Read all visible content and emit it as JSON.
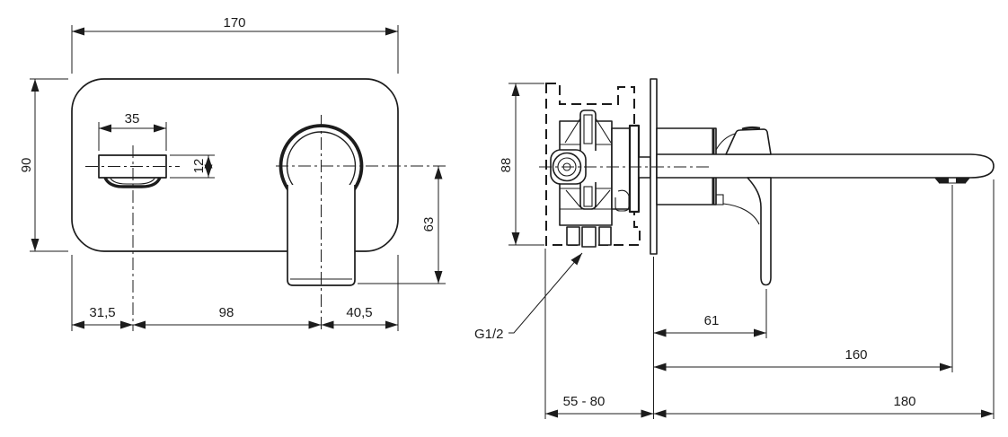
{
  "front_view": {
    "dims": {
      "overall_width": "170",
      "overall_height": "90",
      "spout_width": "35",
      "spout_height": "12",
      "handle_drop": "63",
      "left_offset": "31,5",
      "center_spacing": "98",
      "right_offset": "40,5"
    }
  },
  "side_view": {
    "dims": {
      "rough_in_height": "88",
      "handle_projection": "61",
      "aerator_reach": "160",
      "spout_reach": "180",
      "depth_range": "55 - 80",
      "inlet_thread": "G1/2"
    }
  },
  "style": {
    "line_color": "#1c1c1c",
    "background": "#ffffff"
  }
}
